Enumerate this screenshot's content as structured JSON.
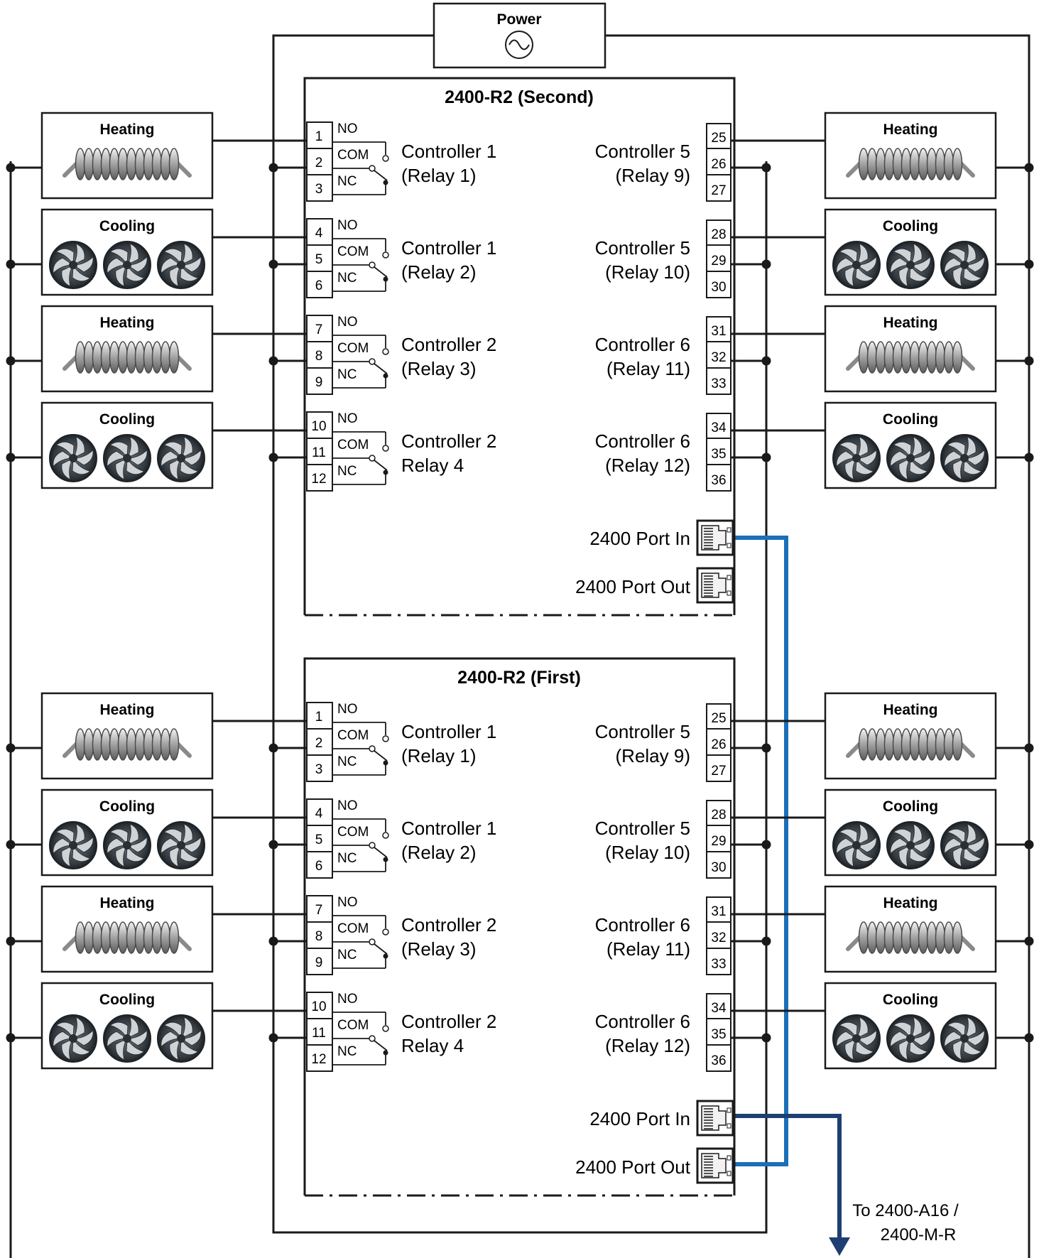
{
  "power": {
    "label": "Power"
  },
  "boards": [
    {
      "title": "2400-R2 (Second)",
      "port_in_label": "2400 Port In",
      "port_out_label": "2400 Port Out",
      "left_groups": [
        {
          "terminals": [
            "1",
            "2",
            "3"
          ],
          "contacts": [
            "NO",
            "COM",
            "NC"
          ],
          "controller": "Controller 1",
          "relay": "(Relay 1)",
          "load": "Heating"
        },
        {
          "terminals": [
            "4",
            "5",
            "6"
          ],
          "contacts": [
            "NO",
            "COM",
            "NC"
          ],
          "controller": "Controller 1",
          "relay": "(Relay 2)",
          "load": "Cooling"
        },
        {
          "terminals": [
            "7",
            "8",
            "9"
          ],
          "contacts": [
            "NO",
            "COM",
            "NC"
          ],
          "controller": "Controller 2",
          "relay": "(Relay 3)",
          "load": "Heating"
        },
        {
          "terminals": [
            "10",
            "11",
            "12"
          ],
          "contacts": [
            "NO",
            "COM",
            "NC"
          ],
          "controller": "Controller 2",
          "relay": "Relay 4",
          "load": "Cooling"
        }
      ],
      "right_groups": [
        {
          "terminals": [
            "25",
            "26",
            "27"
          ],
          "controller": "Controller 5",
          "relay": "(Relay 9)",
          "load": "Heating"
        },
        {
          "terminals": [
            "28",
            "29",
            "30"
          ],
          "controller": "Controller 5",
          "relay": "(Relay 10)",
          "load": "Cooling"
        },
        {
          "terminals": [
            "31",
            "32",
            "33"
          ],
          "controller": "Controller 6",
          "relay": "(Relay 11)",
          "load": "Heating"
        },
        {
          "terminals": [
            "34",
            "35",
            "36"
          ],
          "controller": "Controller 6",
          "relay": "(Relay 12)",
          "load": "Cooling"
        }
      ]
    },
    {
      "title": "2400-R2 (First)",
      "port_in_label": "2400 Port In",
      "port_out_label": "2400 Port Out",
      "left_groups": [
        {
          "terminals": [
            "1",
            "2",
            "3"
          ],
          "contacts": [
            "NO",
            "COM",
            "NC"
          ],
          "controller": "Controller 1",
          "relay": "(Relay 1)",
          "load": "Heating"
        },
        {
          "terminals": [
            "4",
            "5",
            "6"
          ],
          "contacts": [
            "NO",
            "COM",
            "NC"
          ],
          "controller": "Controller 1",
          "relay": "(Relay 2)",
          "load": "Cooling"
        },
        {
          "terminals": [
            "7",
            "8",
            "9"
          ],
          "contacts": [
            "NO",
            "COM",
            "NC"
          ],
          "controller": "Controller 2",
          "relay": "(Relay 3)",
          "load": "Heating"
        },
        {
          "terminals": [
            "10",
            "11",
            "12"
          ],
          "contacts": [
            "NO",
            "COM",
            "NC"
          ],
          "controller": "Controller 2",
          "relay": "Relay 4",
          "load": "Cooling"
        }
      ],
      "right_groups": [
        {
          "terminals": [
            "25",
            "26",
            "27"
          ],
          "controller": "Controller 5",
          "relay": "(Relay 9)",
          "load": "Heating"
        },
        {
          "terminals": [
            "28",
            "29",
            "30"
          ],
          "controller": "Controller 5",
          "relay": "(Relay 10)",
          "load": "Cooling"
        },
        {
          "terminals": [
            "31",
            "32",
            "33"
          ],
          "controller": "Controller 6",
          "relay": "(Relay 11)",
          "load": "Heating"
        },
        {
          "terminals": [
            "34",
            "35",
            "36"
          ],
          "controller": "Controller 6",
          "relay": "(Relay 12)",
          "load": "Cooling"
        }
      ]
    }
  ],
  "destination": {
    "line1": "To 2400-A16 /",
    "line2": "2400-M-R"
  },
  "colors": {
    "wire": "#1a1a1a",
    "link_cable": "#1b6fb8",
    "uplink_cable": "#1d3f73",
    "fan_body": "#3a4148"
  }
}
